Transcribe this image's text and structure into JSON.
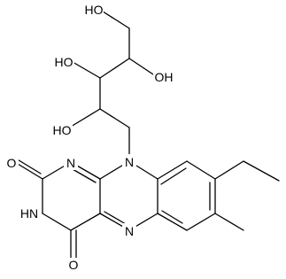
{
  "structure": {
    "atom_labels": {
      "oh_top": "HO",
      "oh_upper_left": "HO",
      "oh_upper_right": "OH",
      "oh_lower_left": "HO",
      "n_ring_bridge": "N",
      "n_upper": "N",
      "o_upper": "O",
      "nh": "HN",
      "o_lower": "O",
      "n_lower": "N"
    },
    "colors": {
      "bond": "#000000",
      "text": "#000000",
      "background": "#ffffff"
    }
  }
}
